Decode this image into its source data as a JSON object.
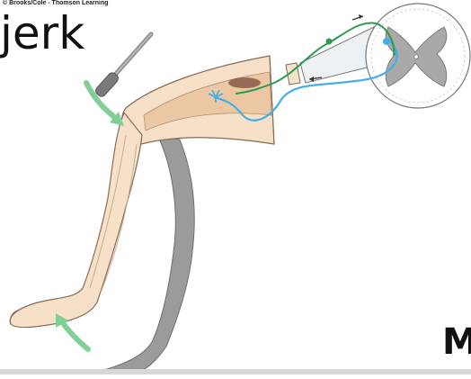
{
  "credit": "© Brooks/Cole - Thomson Learning",
  "title_fragment": "jerk",
  "corner_fragment": "M",
  "colors": {
    "skin": "#f6e1c8",
    "skin_shade": "#ecc7a3",
    "skin_outline": "#8a6a55",
    "shadow_leg": "#9b9b9b",
    "sensory_neuron": "#45aee6",
    "motor_neuron": "#2e9a4f",
    "motion_arrow": "#7fcf97",
    "grey_matter": "#a9a9a9",
    "spinal_outline": "#777777",
    "hammer": "#8d8d8d"
  },
  "icons": [
    "reflex-hammer-icon",
    "motion-arrow-icon",
    "spinal-cord-icon",
    "muscle-spindle-icon"
  ]
}
